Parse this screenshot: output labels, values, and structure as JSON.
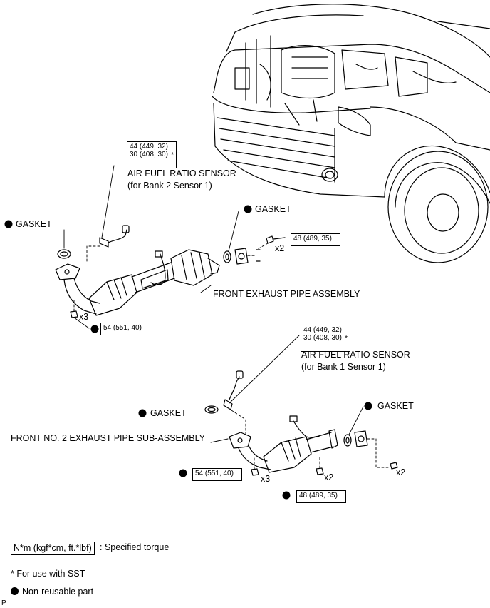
{
  "labels": {
    "af_sensor_bank2": "AIR FUEL RATIO SENSOR",
    "af_sensor_bank2_sub": "(for Bank 2 Sensor 1)",
    "af_sensor_bank1": "AIR FUEL RATIO SENSOR",
    "af_sensor_bank1_sub": "(for Bank 1 Sensor 1)",
    "gasket": "GASKET",
    "front_exhaust_pipe": "FRONT EXHAUST PIPE ASSEMBLY",
    "front_no2_pipe": "FRONT NO. 2 EXHAUST PIPE SUB-ASSEMBLY",
    "x2": "x2",
    "x3": "x3"
  },
  "torques": {
    "sensor_a": "44 (449, 32)",
    "sensor_b": "30 (408, 30)",
    "sensor_star": "*",
    "t48": "48 (489, 35)",
    "t54": "54 (551, 40)"
  },
  "legend": {
    "unit": "N*m (kgf*cm, ft.*lbf)",
    "unit_desc": ": Specified torque",
    "sst_note": "* For use with SST",
    "non_reusable": "Non-reusable part",
    "corner_mark": "P"
  }
}
